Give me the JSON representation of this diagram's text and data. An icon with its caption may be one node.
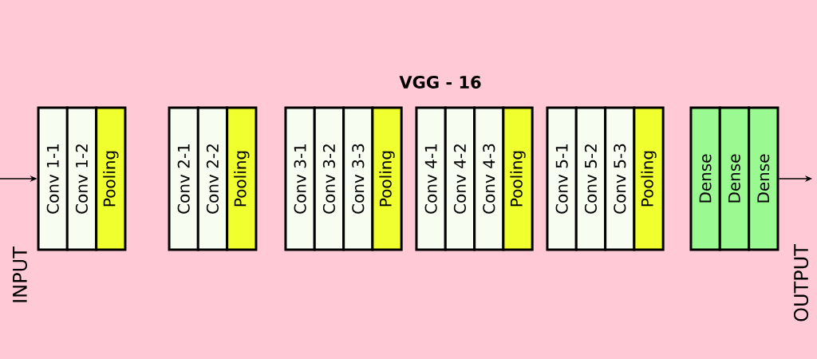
{
  "diagram": {
    "title": "VGG - 16",
    "nodes": [
      {
        "text": [
          "Conv 1-1"
        ]
      },
      {
        "text": [
          "Conv 1-2"
        ]
      },
      {
        "text": [
          "Pooling"
        ]
      },
      {
        "text": [
          "Conv 2-1"
        ]
      },
      {
        "text": [
          "Conv 2-2"
        ]
      },
      {
        "text": [
          "Pooling"
        ]
      },
      {
        "text": [
          "Conv 3-1"
        ]
      },
      {
        "text": [
          "Conv 3-2"
        ]
      },
      {
        "text": [
          "Conv 3-3"
        ]
      },
      {
        "text": [
          "Pooling"
        ]
      },
      {
        "text": [
          "Conv 4-1"
        ]
      },
      {
        "text": [
          "Conv 4-2"
        ]
      },
      {
        "text": [
          "Conv 4-3"
        ]
      },
      {
        "text": [
          "Pooling"
        ]
      },
      {
        "text": [
          "Conv 5-1"
        ]
      },
      {
        "text": [
          "Conv 5-2"
        ]
      },
      {
        "text": [
          "Conv 5-3"
        ]
      },
      {
        "text": [
          "Pooling"
        ]
      },
      {
        "text": [
          "Dense"
        ]
      },
      {
        "text": [
          "Dense"
        ]
      },
      {
        "text": [
          "Dense"
        ]
      }
    ],
    "edges": [
      {
        "from": null,
        "to": 0,
        "arrow": "to"
      },
      {
        "from": 20,
        "to": null,
        "arrow": "to"
      }
    ],
    "labels": [
      "INPUT",
      "OUTPUT"
    ]
  }
}
